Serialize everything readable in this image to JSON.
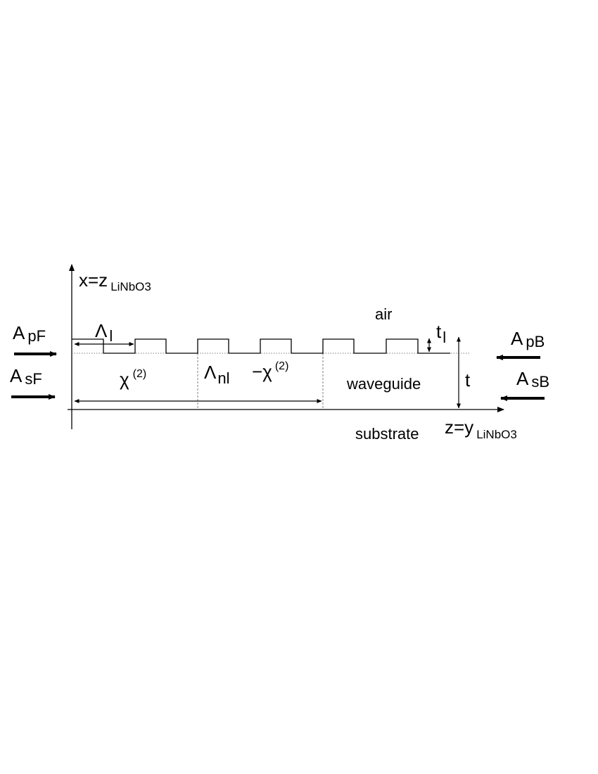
{
  "labels": {
    "x_axis_main": "x=z",
    "x_axis_sub": "LiNbO3",
    "z_axis_main": "z=y",
    "z_axis_sub": "LiNbO3",
    "air": "air",
    "waveguide": "waveguide",
    "substrate": "substrate",
    "t": "t",
    "tl_main": "t",
    "tl_sub": "l",
    "lambda_l_main": "Λ",
    "lambda_l_sub": "l",
    "lambda_nl_main": "Λ",
    "lambda_nl_sub": "nl",
    "chi_pos_main": "χ",
    "chi_pos_sup": "(2)",
    "chi_neg_main": "−χ",
    "chi_neg_sup": "(2)",
    "apf_main": "A",
    "apf_sub": "pF",
    "asf_main": "A",
    "asf_sub": "sF",
    "apb_main": "A",
    "apb_sub": "pB",
    "asb_main": "A",
    "asb_sub": "sB"
  },
  "colors": {
    "line": "#000000",
    "dotted": "#7f7f7f"
  }
}
